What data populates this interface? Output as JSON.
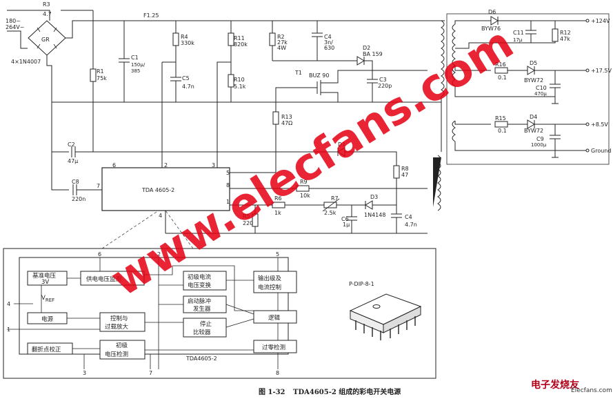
{
  "input": {
    "voltage_top": "180~",
    "voltage_bottom": "264V~"
  },
  "components": {
    "R3": "R3",
    "R3_val": "4.7",
    "F1": "F1.25",
    "GR": "GR",
    "bridge": "4×1N4007",
    "C1": "C1",
    "C1_val1": "150μ/",
    "C1_val2": "385",
    "R1": "R1",
    "R1_val": "75k",
    "R4": "R4",
    "R4_val": "330k",
    "C5": "C5",
    "C5_val": "4.7n",
    "R11": "R11",
    "R11_val": "820k",
    "R10": "R10",
    "R10_val": "5.1k",
    "R2": "R2",
    "R2_val1": "27k",
    "R2_val2": "4W",
    "C4top": "C4",
    "C4top_val1": "3n/",
    "C4top_val2": "630",
    "D2": "D2",
    "D2_val": "BA  159",
    "T1": "T1",
    "T1_val": "BUZ  90",
    "C3": "C3",
    "C3_val": "220p",
    "R13": "R13",
    "R13_val": "47Ω",
    "C2": "C2",
    "C2_val": "47μ",
    "D1": "D1",
    "C8": "C8",
    "C8_val": "220n",
    "R8": "R8",
    "R8_val": "47",
    "R9": "R9",
    "R9_val": "10k",
    "R6": "R6",
    "R6_val": "1k",
    "R7": "R7",
    "R7_val": "2.5k",
    "D3": "D3",
    "D3_val": "1N4148",
    "C4": "C4",
    "C4_val": "4.7n",
    "C6": "C6",
    "C6_val": "1μ",
    "R5": "R5",
    "R5_val": "220",
    "D6": "D6",
    "D6_val": "BYW76",
    "C11": "C11",
    "C11_val": "17μ",
    "R12": "R12",
    "R12_val": "47k",
    "R16": "R16",
    "R16_val": "0.1",
    "D5": "D5",
    "D5_val": "BYW72",
    "C10": "C10",
    "C10_val": "470μ",
    "R15": "R15",
    "R15_val": "0.1",
    "D4": "D4",
    "D4_val": "BYW72",
    "C9": "C9",
    "C9_val": "1000μ"
  },
  "outputs": {
    "v124": "+124V",
    "v175": "+17.5V",
    "v85": "+8.5V",
    "ground": "Ground"
  },
  "ic": {
    "name": "TDA 4605-2",
    "pins": {
      "p1": "1",
      "p2": "2",
      "p3": "3",
      "p4": "4",
      "p5": "5",
      "p6": "6",
      "p7": "7",
      "p8": "8"
    }
  },
  "block_diagram": {
    "ref_voltage_1": "基准电压",
    "ref_voltage_2": "3V",
    "supply_monitor": "供电电压监测",
    "vref": "V",
    "vref_sub": "REF",
    "power": "电源",
    "control_1": "控制与",
    "control_2": "过载放大",
    "fold_1": "翻折点校正",
    "primary_v_1": "初级",
    "primary_v_2": "电压检测",
    "primary_i_1": "初级电流",
    "primary_i_2": "电压变换",
    "startup_1": "启动脉冲",
    "startup_2": "发生器",
    "stop_1": "停止",
    "stop_2": "比较器",
    "logic": "逻辑",
    "output_1": "输出级及",
    "output_2": "电流控制",
    "zero": "过零检测",
    "ic_label": "TDA4605-2",
    "pin_top_6": "6",
    "pin_top_2": "2",
    "pin_top_5": "5",
    "pin_left_4": "4",
    "pin_left_1": "1",
    "pin_bot_3": "3",
    "pin_bot_7": "7",
    "pin_bot_8": "8"
  },
  "package": {
    "name": "P-DIP-8-1"
  },
  "watermark": "www.elecfans.com",
  "caption": {
    "fig": "图 1-32",
    "title": "TDA4605-2 组成的彩电开关电源"
  },
  "logo": {
    "cn": "电子发烧友",
    "en": "Elecfans.com"
  }
}
